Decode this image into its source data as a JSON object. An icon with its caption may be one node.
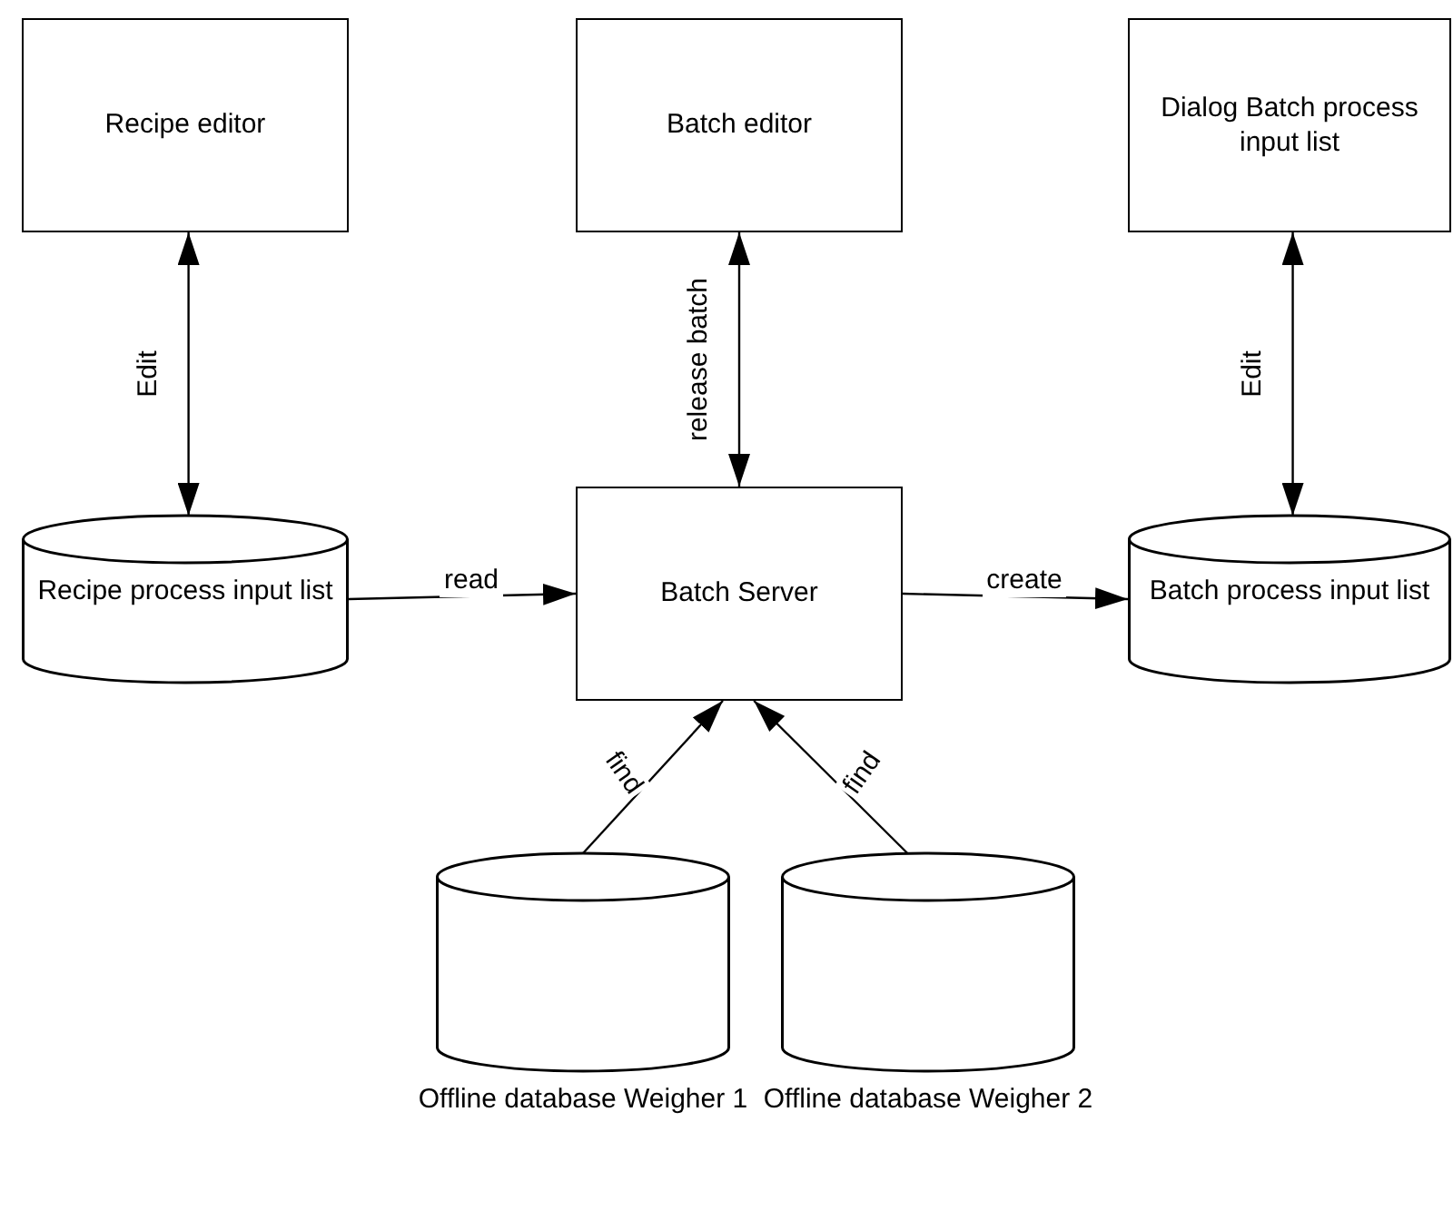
{
  "diagram": {
    "nodes": [
      {
        "text": [
          "Recipe editor"
        ]
      },
      {
        "text": [
          "Batch editor"
        ]
      },
      {
        "text": [
          "Dialog Batch process input list"
        ]
      },
      {
        "text": [
          "Recipe process input list"
        ]
      },
      {
        "text": [
          "Batch Server"
        ]
      },
      {
        "text": [
          "Batch process input list"
        ]
      },
      {
        "text": [
          "Offline database Weigher 1"
        ]
      },
      {
        "text": [
          "Offline database Weigher 2"
        ]
      }
    ],
    "edges": [
      {
        "from": 0,
        "to": 3,
        "arrow": "both",
        "label": "Edit"
      },
      {
        "from": 1,
        "to": 4,
        "arrow": "both",
        "label": "release batch"
      },
      {
        "from": 2,
        "to": 5,
        "arrow": "both",
        "label": "Edit"
      },
      {
        "from": 3,
        "to": 4,
        "arrow": "to",
        "label": "read"
      },
      {
        "from": 4,
        "to": 5,
        "arrow": "to",
        "label": "create"
      },
      {
        "from": 6,
        "to": 4,
        "arrow": "to",
        "label": "find"
      },
      {
        "from": 7,
        "to": 4,
        "arrow": "to",
        "label": "find"
      }
    ]
  }
}
